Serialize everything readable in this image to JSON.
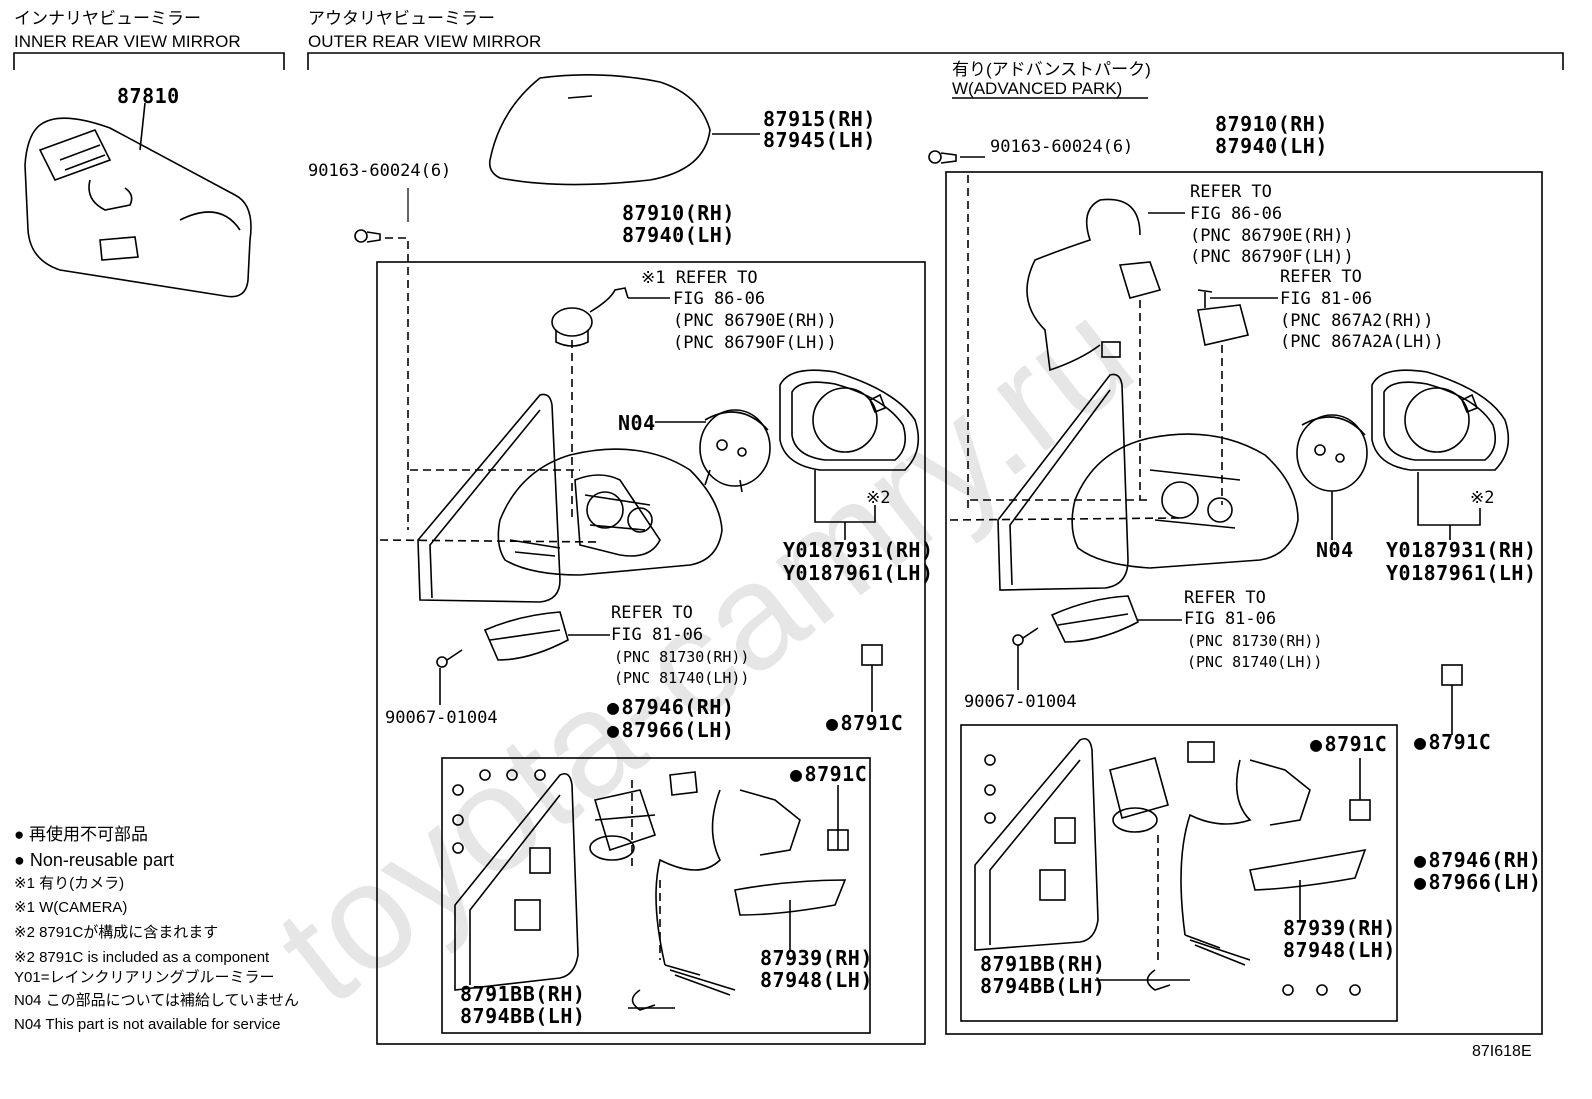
{
  "sections": {
    "inner": {
      "jp": "インナリヤビューミラー",
      "en": "INNER REAR VIEW MIRROR"
    },
    "outer": {
      "jp": "アウタリヤビューミラー",
      "en": "OUTER REAR VIEW MIRROR"
    },
    "advanced": {
      "jp": "有り(アドバンストパーク)",
      "en": "W(ADVANCED PARK)"
    }
  },
  "left_group": {
    "p87810": "87810",
    "p87915": "87915(RH)",
    "p87945": "87945(LH)",
    "screw_top": "90163-60024(6)",
    "p87910": "87910(RH)",
    "p87940": "87940(LH)",
    "camera_ref": [
      "※1 REFER TO",
      "FIG 86-06",
      "(PNC 86790E(RH))",
      "(PNC 86790F(LH))"
    ],
    "n04": "N04",
    "note2": "※2",
    "y1": "Y0187931(RH)",
    "y2": "Y0187961(LH)",
    "turn_ref": [
      "REFER TO",
      "FIG 81-06",
      "(PNC 81730(RH))",
      "(PNC 81740(LH))"
    ],
    "screw_bottom": "90067-01004",
    "p87946": "87946(RH)",
    "p87966": "87966(LH)",
    "p8791c_out": "8791C",
    "p8791c_in": "8791C",
    "p87939": "87939(RH)",
    "p87948": "87948(LH)",
    "p8791bb": "8791BB(RH)",
    "p8794bb": "8794BB(LH)"
  },
  "right_group": {
    "screw_top": "90163-60024(6)",
    "p87910": "87910(RH)",
    "p87940": "87940(LH)",
    "camera_ref": [
      "REFER TO",
      "FIG 86-06",
      "(PNC 86790E(RH))",
      "(PNC 86790F(LH))"
    ],
    "sensor_ref": [
      "REFER TO",
      "FIG 81-06",
      "(PNC 867A2(RH))",
      "(PNC 867A2A(LH))"
    ],
    "note2": "※2",
    "n04": "N04",
    "y1": "Y0187931(RH)",
    "y2": "Y0187961(LH)",
    "turn_ref": [
      "REFER TO",
      "FIG 81-06",
      "(PNC 81730(RH))",
      "(PNC 81740(LH))"
    ],
    "screw_bottom": "90067-01004",
    "p8791c_out": "8791C",
    "p8791c_in": "8791C",
    "p87946": "87946(RH)",
    "p87966": "87966(LH)",
    "p87939": "87939(RH)",
    "p87948": "87948(LH)",
    "p8791bb": "8791BB(RH)",
    "p8794bb": "8794BB(LH)"
  },
  "legend": [
    "● 再使用不可部品",
    "● Non-reusable part",
    "※1 有り(カメラ)",
    "※1 W(CAMERA)",
    "※2 8791Cが構成に含まれます",
    "※2 8791C is included as a component",
    "Y01=レインクリアリングブルーミラー",
    "N04 この部品については補給していません",
    "N04 This part is not available for service"
  ],
  "figure_code": "87I618E",
  "watermark": "toyota-camry.ru"
}
